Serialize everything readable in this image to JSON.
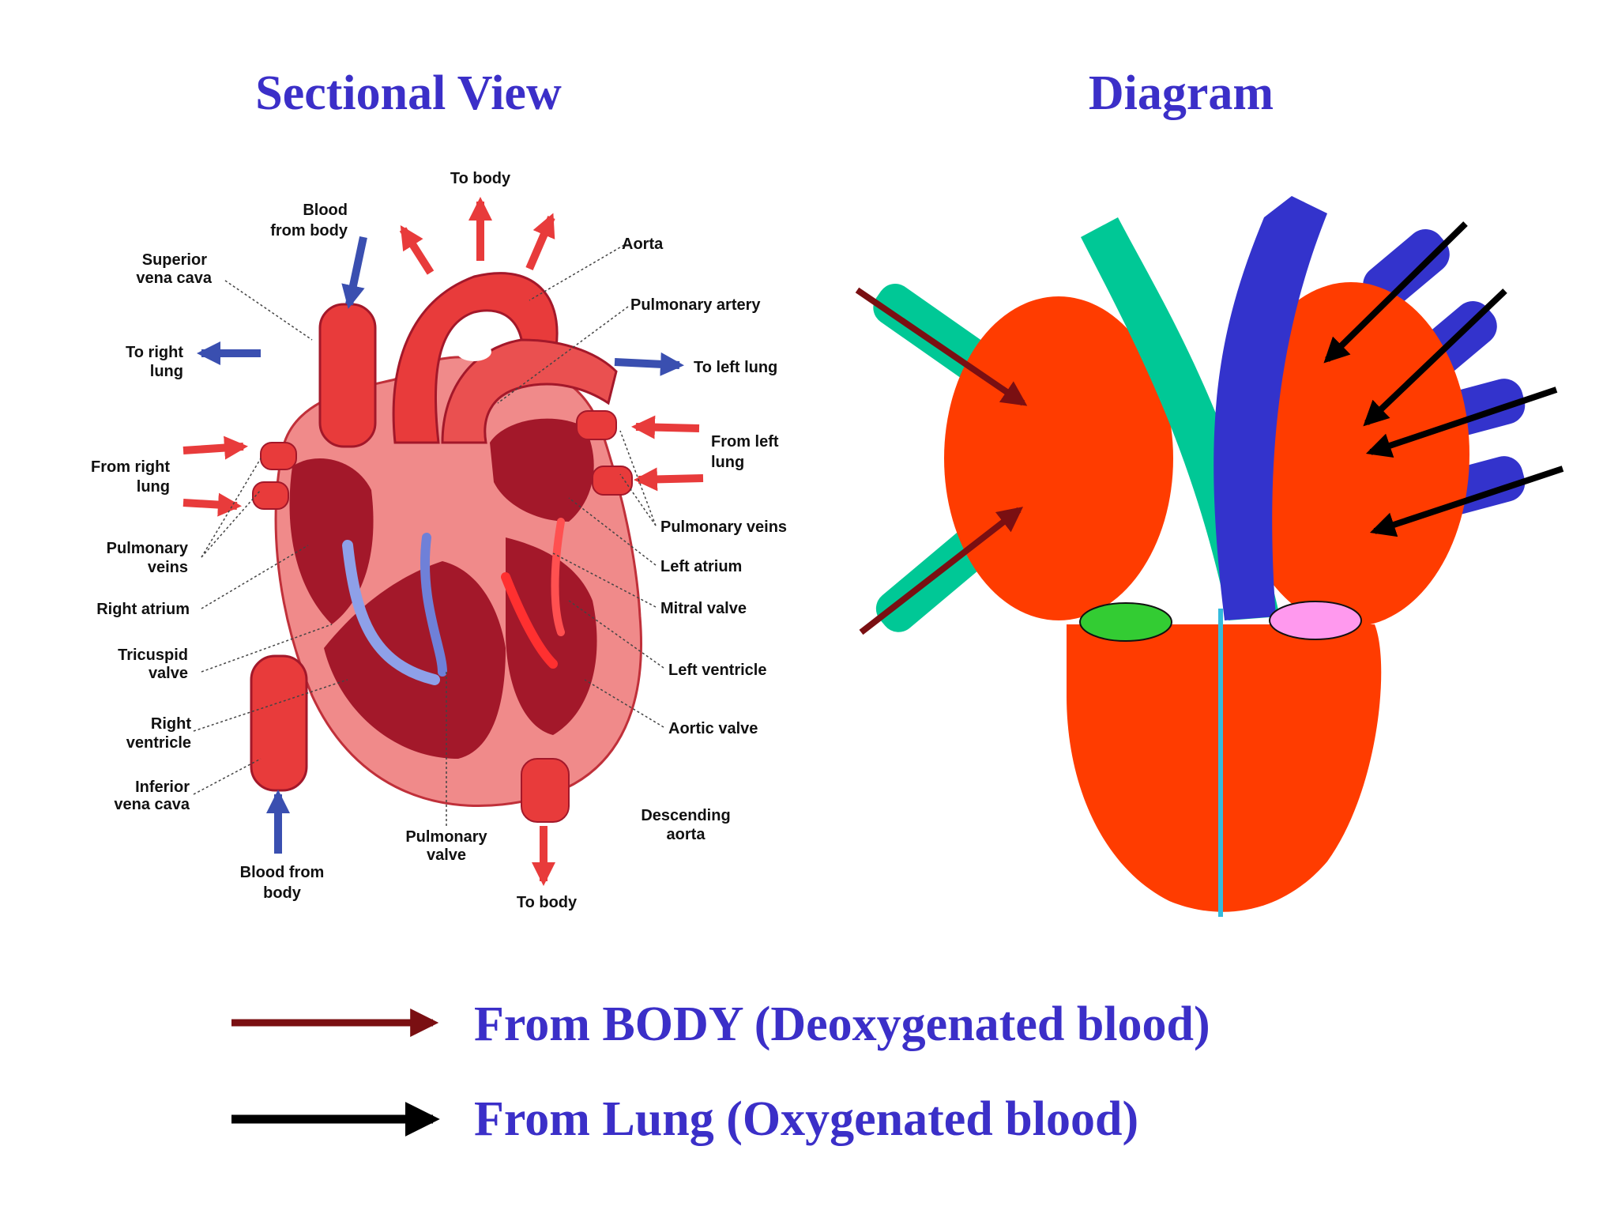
{
  "colors": {
    "title_blue": "#3b2fc8",
    "deoxy_arrow": "#7a0f12",
    "oxy_arrow": "#000000",
    "chamber_red": "#ff3c00",
    "pulmonary_green": "#00c896",
    "aorta_blue": "#3333cc",
    "valve_green": "#33cc33",
    "valve_pink": "#ff99ee",
    "septum_cyan": "#33bbdd",
    "heart_red": "#e83b3b",
    "heart_dark": "#a3182a",
    "vessel_blue": "#3a4fb0"
  },
  "titles": {
    "sectional_view": "Sectional View",
    "diagram": "Diagram"
  },
  "labels": {
    "to_body_top": "To body",
    "blood_from_body_1": "Blood",
    "blood_from_body_2": "from body",
    "superior_vena_cava_1": "Superior",
    "superior_vena_cava_2": "vena cava",
    "aorta": "Aorta",
    "pulmonary_artery": "Pulmonary artery",
    "to_right_lung_1": "To right",
    "to_right_lung_2": "lung",
    "to_left_lung": "To left lung",
    "from_left_lung_1": "From left",
    "from_left_lung_2": "lung",
    "from_right_lung_1": "From right",
    "from_right_lung_2": "lung",
    "pulmonary_veins_right": "Pulmonary veins",
    "pulmonary_veins_left_1": "Pulmonary",
    "pulmonary_veins_left_2": "veins",
    "left_atrium": "Left atrium",
    "right_atrium": "Right atrium",
    "mitral_valve": "Mitral valve",
    "tricuspid_valve_1": "Tricuspid",
    "tricuspid_valve_2": "valve",
    "left_ventricle": "Left ventricle",
    "right_ventricle_1": "Right",
    "right_ventricle_2": "ventricle",
    "aortic_valve": "Aortic valve",
    "inferior_vena_cava_1": "Inferior",
    "inferior_vena_cava_2": "vena cava",
    "descending_aorta_1": "Descending",
    "descending_aorta_2": "aorta",
    "pulmonary_valve_1": "Pulmonary",
    "pulmonary_valve_2": "valve",
    "blood_from_body_bottom_1": "Blood from",
    "blood_from_body_bottom_2": "body",
    "to_body_bottom": "To body"
  },
  "legend": {
    "deoxygenated": "From BODY (Deoxygenated blood)",
    "oxygenated": "From Lung (Oxygenated blood)"
  }
}
